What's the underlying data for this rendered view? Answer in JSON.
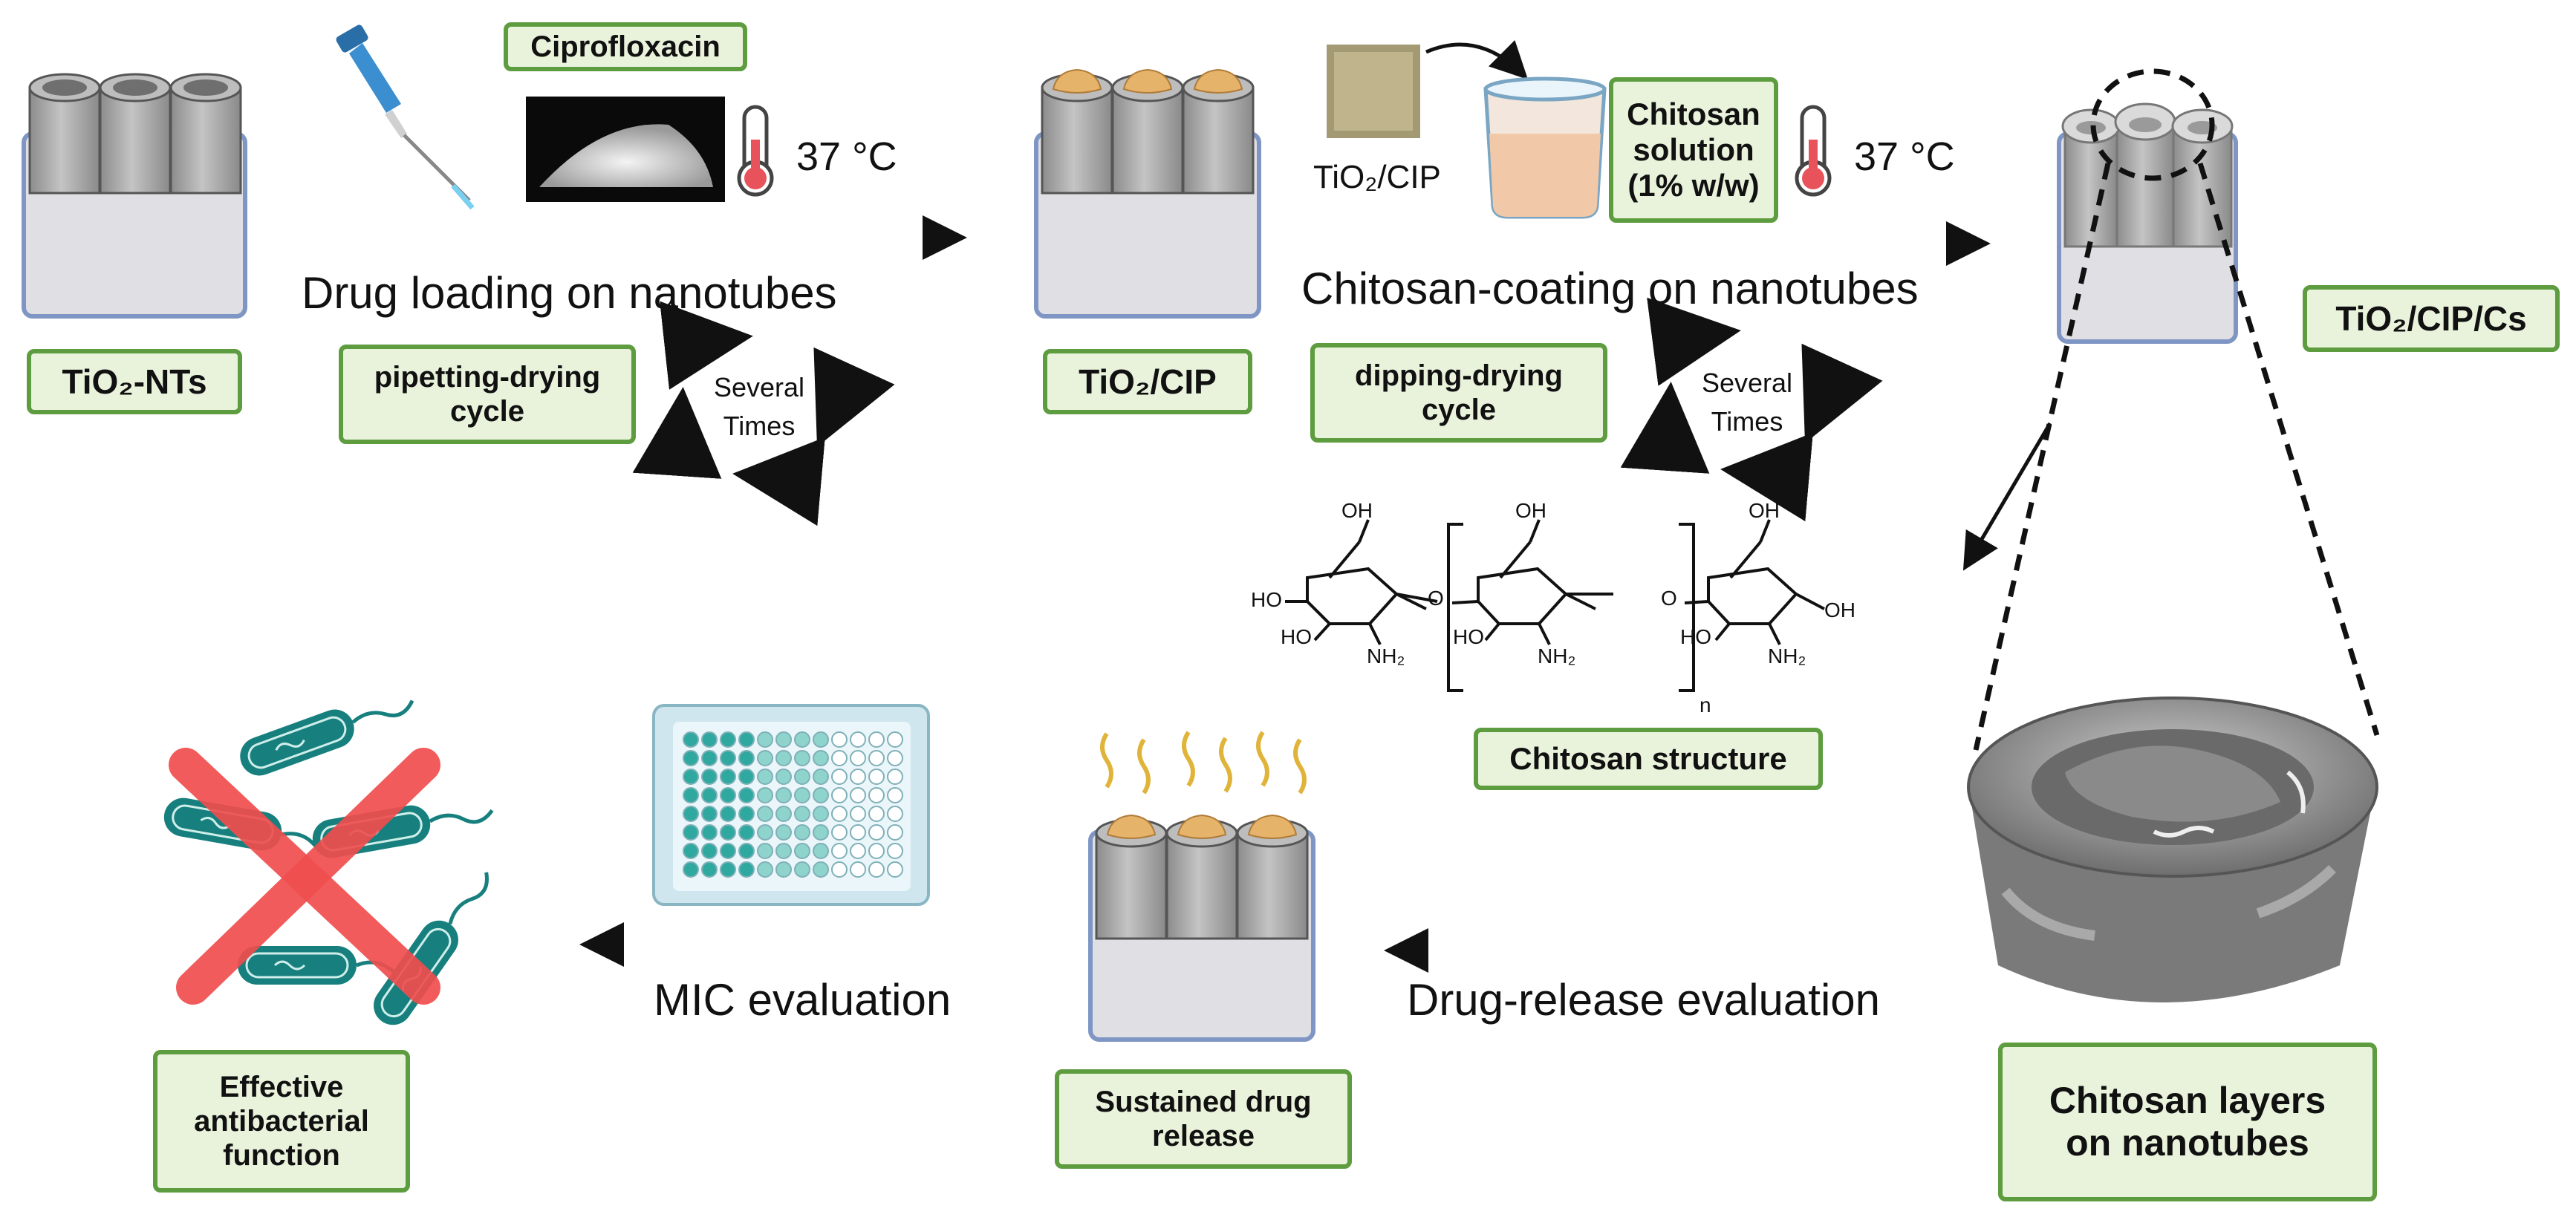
{
  "labels": {
    "tio2_nts": "TiO₂-NTs",
    "ciprofloxacin": "Ciprofloxacin",
    "tio2_cip": "TiO₂/CIP",
    "tio2_cip_small": "TiO₂/CIP",
    "chitosan_solution": "Chitosan solution (1% w/w)",
    "tio2_cip_cs": "TiO₂/CIP/Cs",
    "pipetting_cycle": "pipetting-drying cycle",
    "dipping_cycle": "dipping-drying cycle",
    "chitosan_structure": "Chitosan structure",
    "chitosan_layers": "Chitosan layers on nanotubes",
    "sustained_release": "Sustained drug release",
    "effective_antibacterial": "Effective antibacterial function"
  },
  "temperature": "37 °C",
  "steps": {
    "drug_loading": "Drug loading on nanotubes",
    "chitosan_coating": "Chitosan-coating on nanotubes",
    "drug_release": "Drug-release evaluation",
    "mic": "MIC evaluation"
  },
  "cycle_text": {
    "line1": "Several",
    "line2": "Times"
  },
  "chemistry": {
    "oh": "OH",
    "ho": "HO",
    "nh2": "NH₂",
    "o": "O",
    "n": "n"
  },
  "colors": {
    "label_fill": "#e9f3dc",
    "label_border": "#5d9c3f",
    "tube_gray": "#a6a6a6",
    "substrate_outline": "#7f95c4",
    "drug_orange": "#e6b36a",
    "bacteria_teal": "#17807e",
    "cross_red": "#f04e4e"
  },
  "icons": [
    "pipette-icon",
    "thermometer-icon",
    "beaker-icon",
    "well-plate-icon",
    "bacteria-icon",
    "cycle-arrows-icon"
  ]
}
